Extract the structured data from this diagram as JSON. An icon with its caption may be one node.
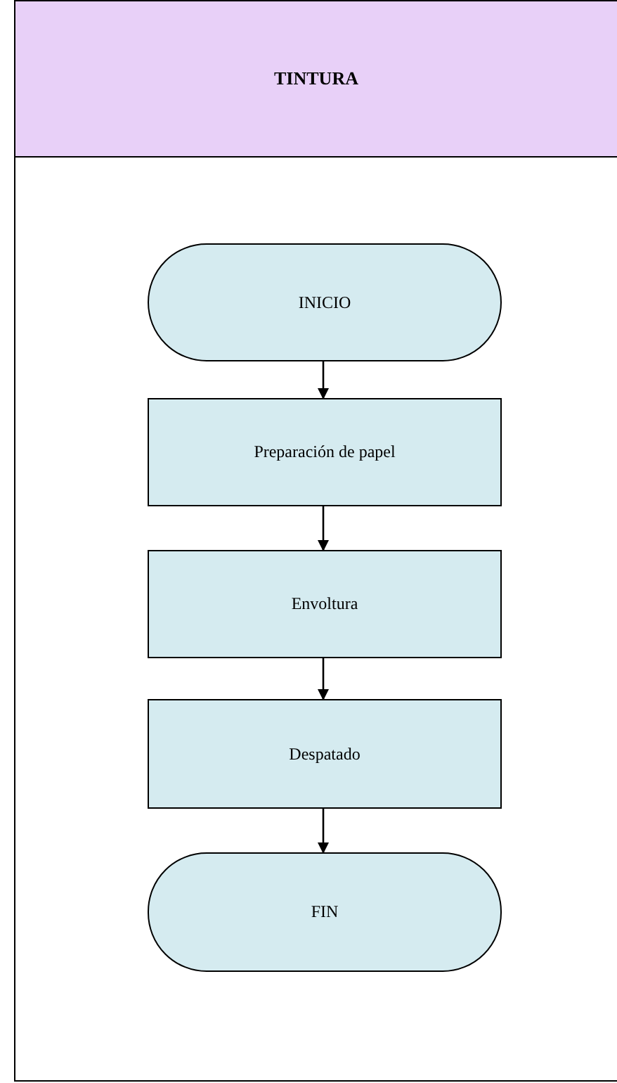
{
  "diagram": {
    "nodes": [
      {
        "text": [
          "TINTURA"
        ]
      },
      {
        "text": [
          "INICIO"
        ],
        "in": 0
      },
      {
        "text": [
          "Preparación de papel"
        ],
        "in": 0
      },
      {
        "text": [
          "Envoltura"
        ],
        "in": 0
      },
      {
        "text": [
          "Despatado"
        ],
        "in": 0
      },
      {
        "text": [
          "FIN"
        ],
        "in": 0
      }
    ],
    "edges": [
      {
        "from": 1,
        "to": 2,
        "arrow": "to"
      },
      {
        "from": 2,
        "to": 3,
        "arrow": "to"
      },
      {
        "from": 3,
        "to": 4,
        "arrow": "to"
      },
      {
        "from": 4,
        "to": 5,
        "arrow": "to"
      }
    ]
  }
}
